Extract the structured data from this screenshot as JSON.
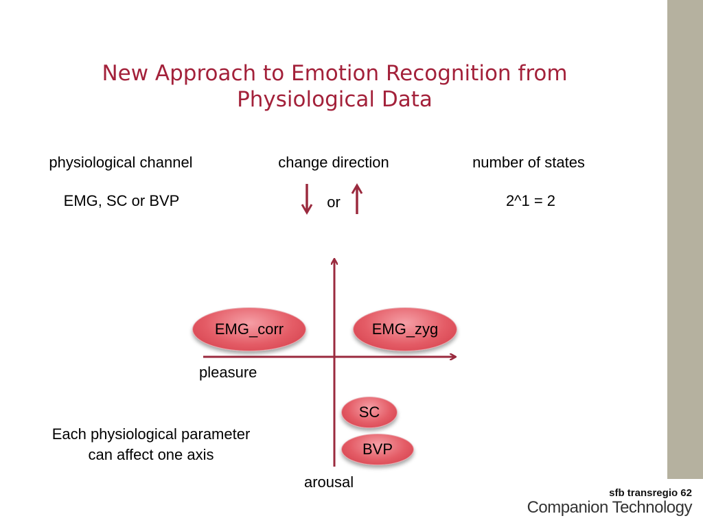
{
  "slide": {
    "title_line1": "New Approach to Emotion Recognition from",
    "title_line2": "Physiological Data"
  },
  "table": {
    "headers": [
      "physiological channel",
      "change direction",
      "number of states"
    ],
    "row": {
      "channel": "EMG, SC or BVP",
      "direction_connector": "or",
      "states": "2^1 = 2"
    }
  },
  "diagram": {
    "x_axis_label": "pleasure",
    "y_axis_label": "arousal",
    "nodes": [
      "EMG_corr",
      "EMG_zyg",
      "SC",
      "BVP"
    ]
  },
  "caption": {
    "line1": "Each physiological parameter",
    "line2": "can affect one axis"
  },
  "footer": {
    "brand_small": "sfb transregio 62",
    "brand_large": "Companion Technology"
  },
  "colors": {
    "accent": "#a3213a",
    "axis": "#9a2a3e",
    "sidebar": "#b5b19f",
    "node_fill": "#e45c66"
  },
  "icons": [
    "down-arrow-icon",
    "up-arrow-icon"
  ]
}
